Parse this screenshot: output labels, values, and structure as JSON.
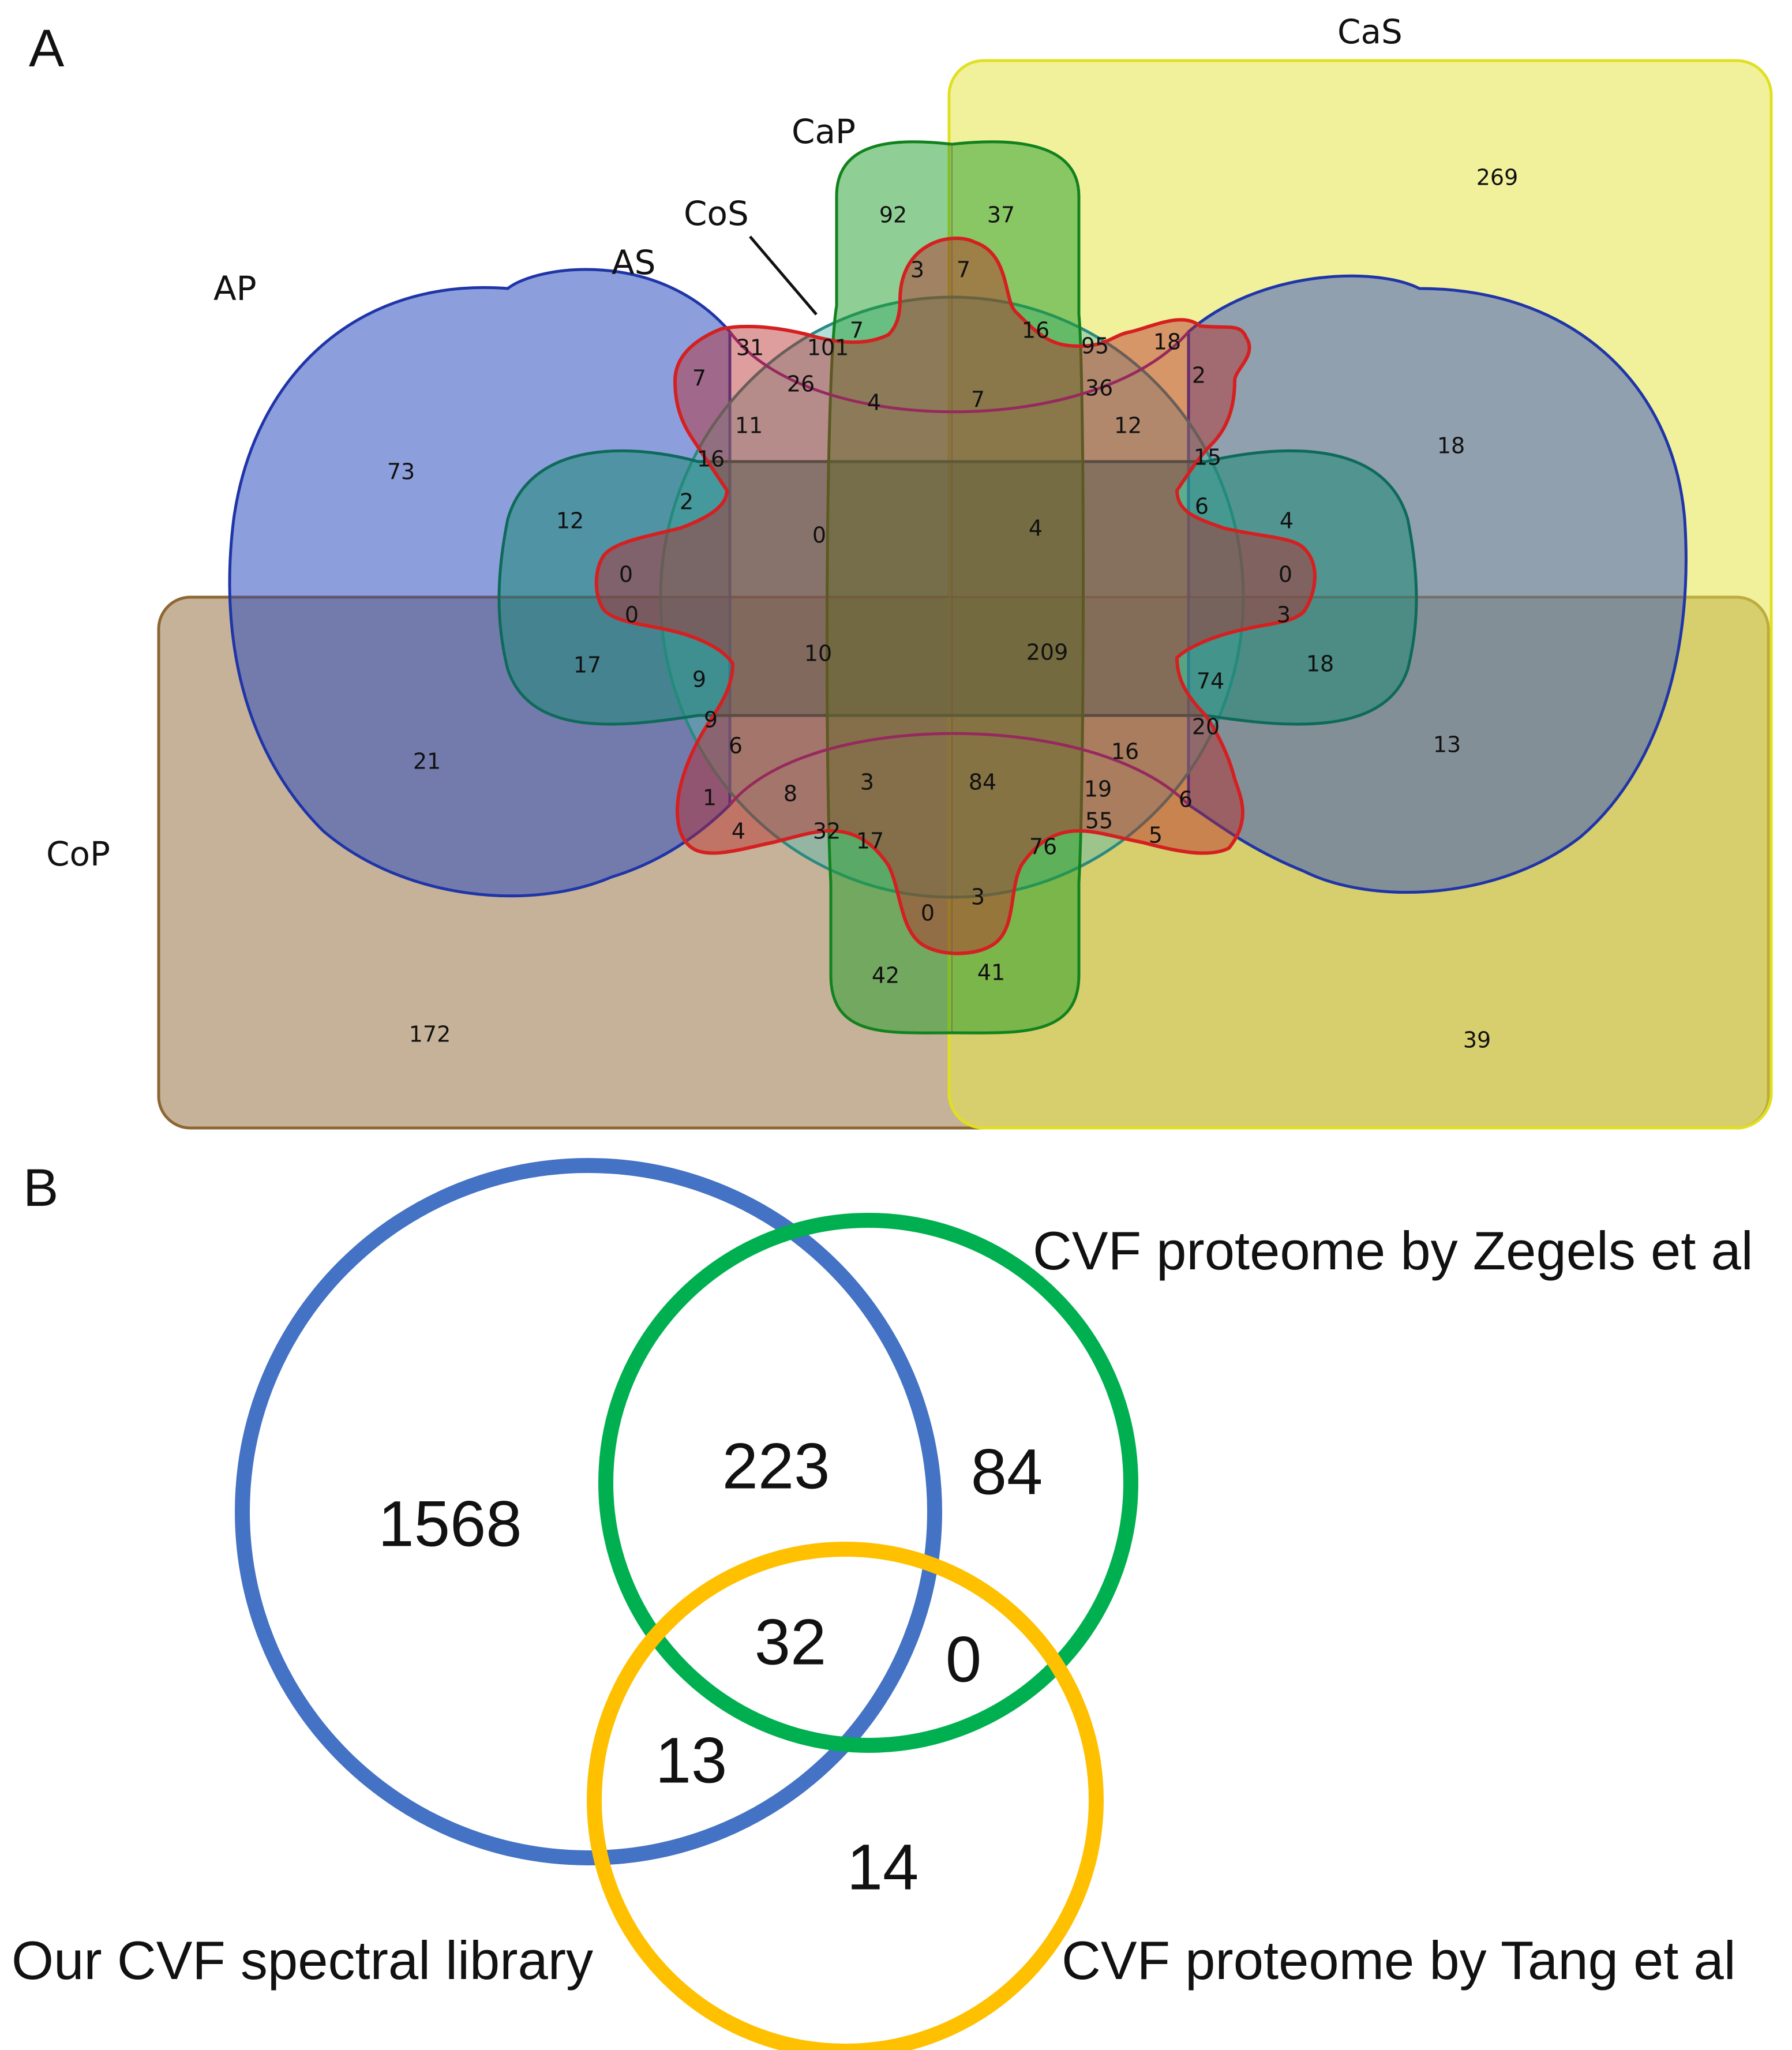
{
  "panel_a": {
    "letter": "A",
    "sets": {
      "AP": "AP",
      "AS": "AS",
      "CoS": "CoS",
      "CaP": "CaP",
      "CaS": "CaS",
      "CoP": "CoP"
    },
    "region_values": [
      "269",
      "92",
      "37",
      "3",
      "7",
      "31",
      "101",
      "7",
      "16",
      "95",
      "18",
      "7",
      "26",
      "4",
      "7",
      "36",
      "2",
      "73",
      "11",
      "12",
      "18",
      "16",
      "15",
      "2",
      "6",
      "4",
      "12",
      "0",
      "4",
      "0",
      "0",
      "0",
      "3",
      "17",
      "10",
      "209",
      "18",
      "9",
      "74",
      "9",
      "20",
      "21",
      "6",
      "16",
      "13",
      "1",
      "8",
      "3",
      "84",
      "19",
      "6",
      "55",
      "4",
      "32",
      "17",
      "76",
      "5",
      "0",
      "3",
      "42",
      "41",
      "172",
      "39"
    ],
    "colors": {
      "AP": "#2f4fbf",
      "CoP": "#8d6632",
      "CaS": "#e6e64a",
      "CaP": "#1f9e2a",
      "CoS": "#1f8a78",
      "AS": "#56b8b0",
      "red_outline": "#d42020"
    }
  },
  "panel_b": {
    "letter": "B",
    "sets": {
      "ours": "Our CVF spectral library",
      "zegels": "CVF proteome by Zegels et al",
      "tang": "CVF proteome by Tang et al"
    },
    "counts": {
      "ours_only": "1568",
      "ours_zegels": "223",
      "zegels_only": "84",
      "all_three": "32",
      "zegels_tang": "0",
      "ours_tang": "13",
      "tang_only": "14"
    },
    "colors": {
      "ours": "#4472c4",
      "zegels": "#00b050",
      "tang": "#ffc000"
    }
  }
}
